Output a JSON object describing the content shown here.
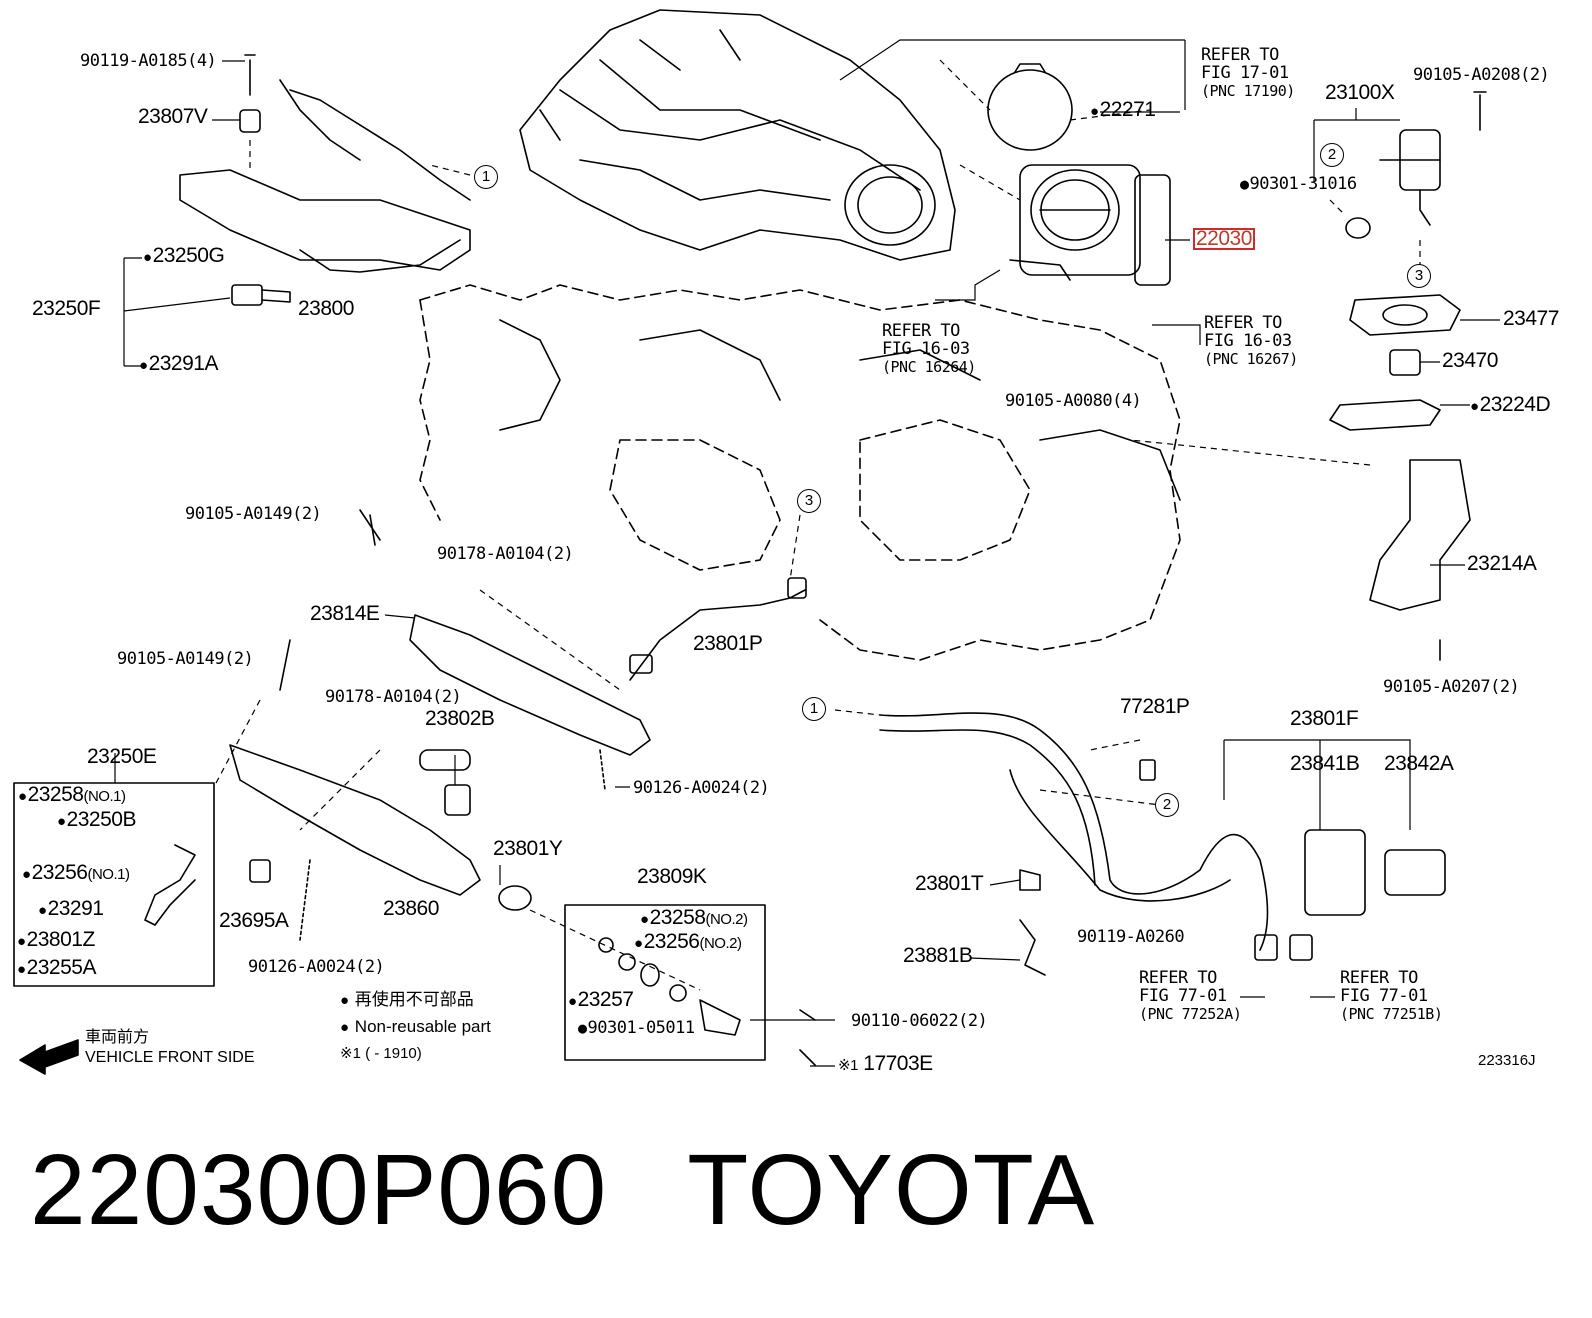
{
  "part_labels": [
    "90119-A0185(4)",
    "23807V",
    "23250G",
    "23250F",
    "23800",
    "23291A",
    "22271",
    "23100X",
    "90105-A0208(2)",
    "90301-31016",
    "22030",
    "23477",
    "23470",
    "23224D",
    "23214A",
    "90105-A0207(2)",
    "90105-A0080(4)",
    "90105-A0149(2)",
    "90178-A0104(2)",
    "23814E",
    "23801P",
    "90105-A0149(2)",
    "90178-A0104(2)",
    "23802B",
    "90126-A0024(2)",
    "23250E",
    "23258",
    "23250B",
    "23256",
    "23291",
    "23801Z",
    "23255A",
    "23695A",
    "23860",
    "90126-A0024(2)",
    "23801Y",
    "23809K",
    "23258",
    "23256",
    "23257",
    "90301-05011",
    "90110-06022(2)",
    "17703E",
    "77281P",
    "23801F",
    "23841B",
    "23842A",
    "23801T",
    "90119-A0260",
    "23881B"
  ],
  "refers": [
    {
      "line1": "REFER TO",
      "line2": "FIG 17-01",
      "line3": "(PNC 17190)"
    },
    {
      "line1": "REFER TO",
      "line2": "FIG 16-03",
      "line3": "(PNC 16264)"
    },
    {
      "line1": "REFER TO",
      "line2": "FIG 16-03",
      "line3": "(PNC 16267)"
    },
    {
      "line1": "REFER TO",
      "line2": "FIG 77-01",
      "line3": "(PNC 77252A)"
    },
    {
      "line1": "REFER TO",
      "line2": "FIG 77-01",
      "line3": "(PNC 77251B)"
    }
  ],
  "notes": {
    "no1": "(NO.1)",
    "no2": "(NO.2)",
    "x1": "※1",
    "x1_range": "※1 (       - 1910)"
  },
  "legend": {
    "jp": "再使用不可部品",
    "en": "Non-reusable part",
    "front_jp": "車両前方",
    "front_en": "VEHICLE FRONT SIDE"
  },
  "callouts": [
    "1",
    "2",
    "3"
  ],
  "diagram_id": "223316J",
  "footer": {
    "part_number": "220300P060",
    "brand": "TOYOTA"
  },
  "highlight_color": "#d12a2a"
}
